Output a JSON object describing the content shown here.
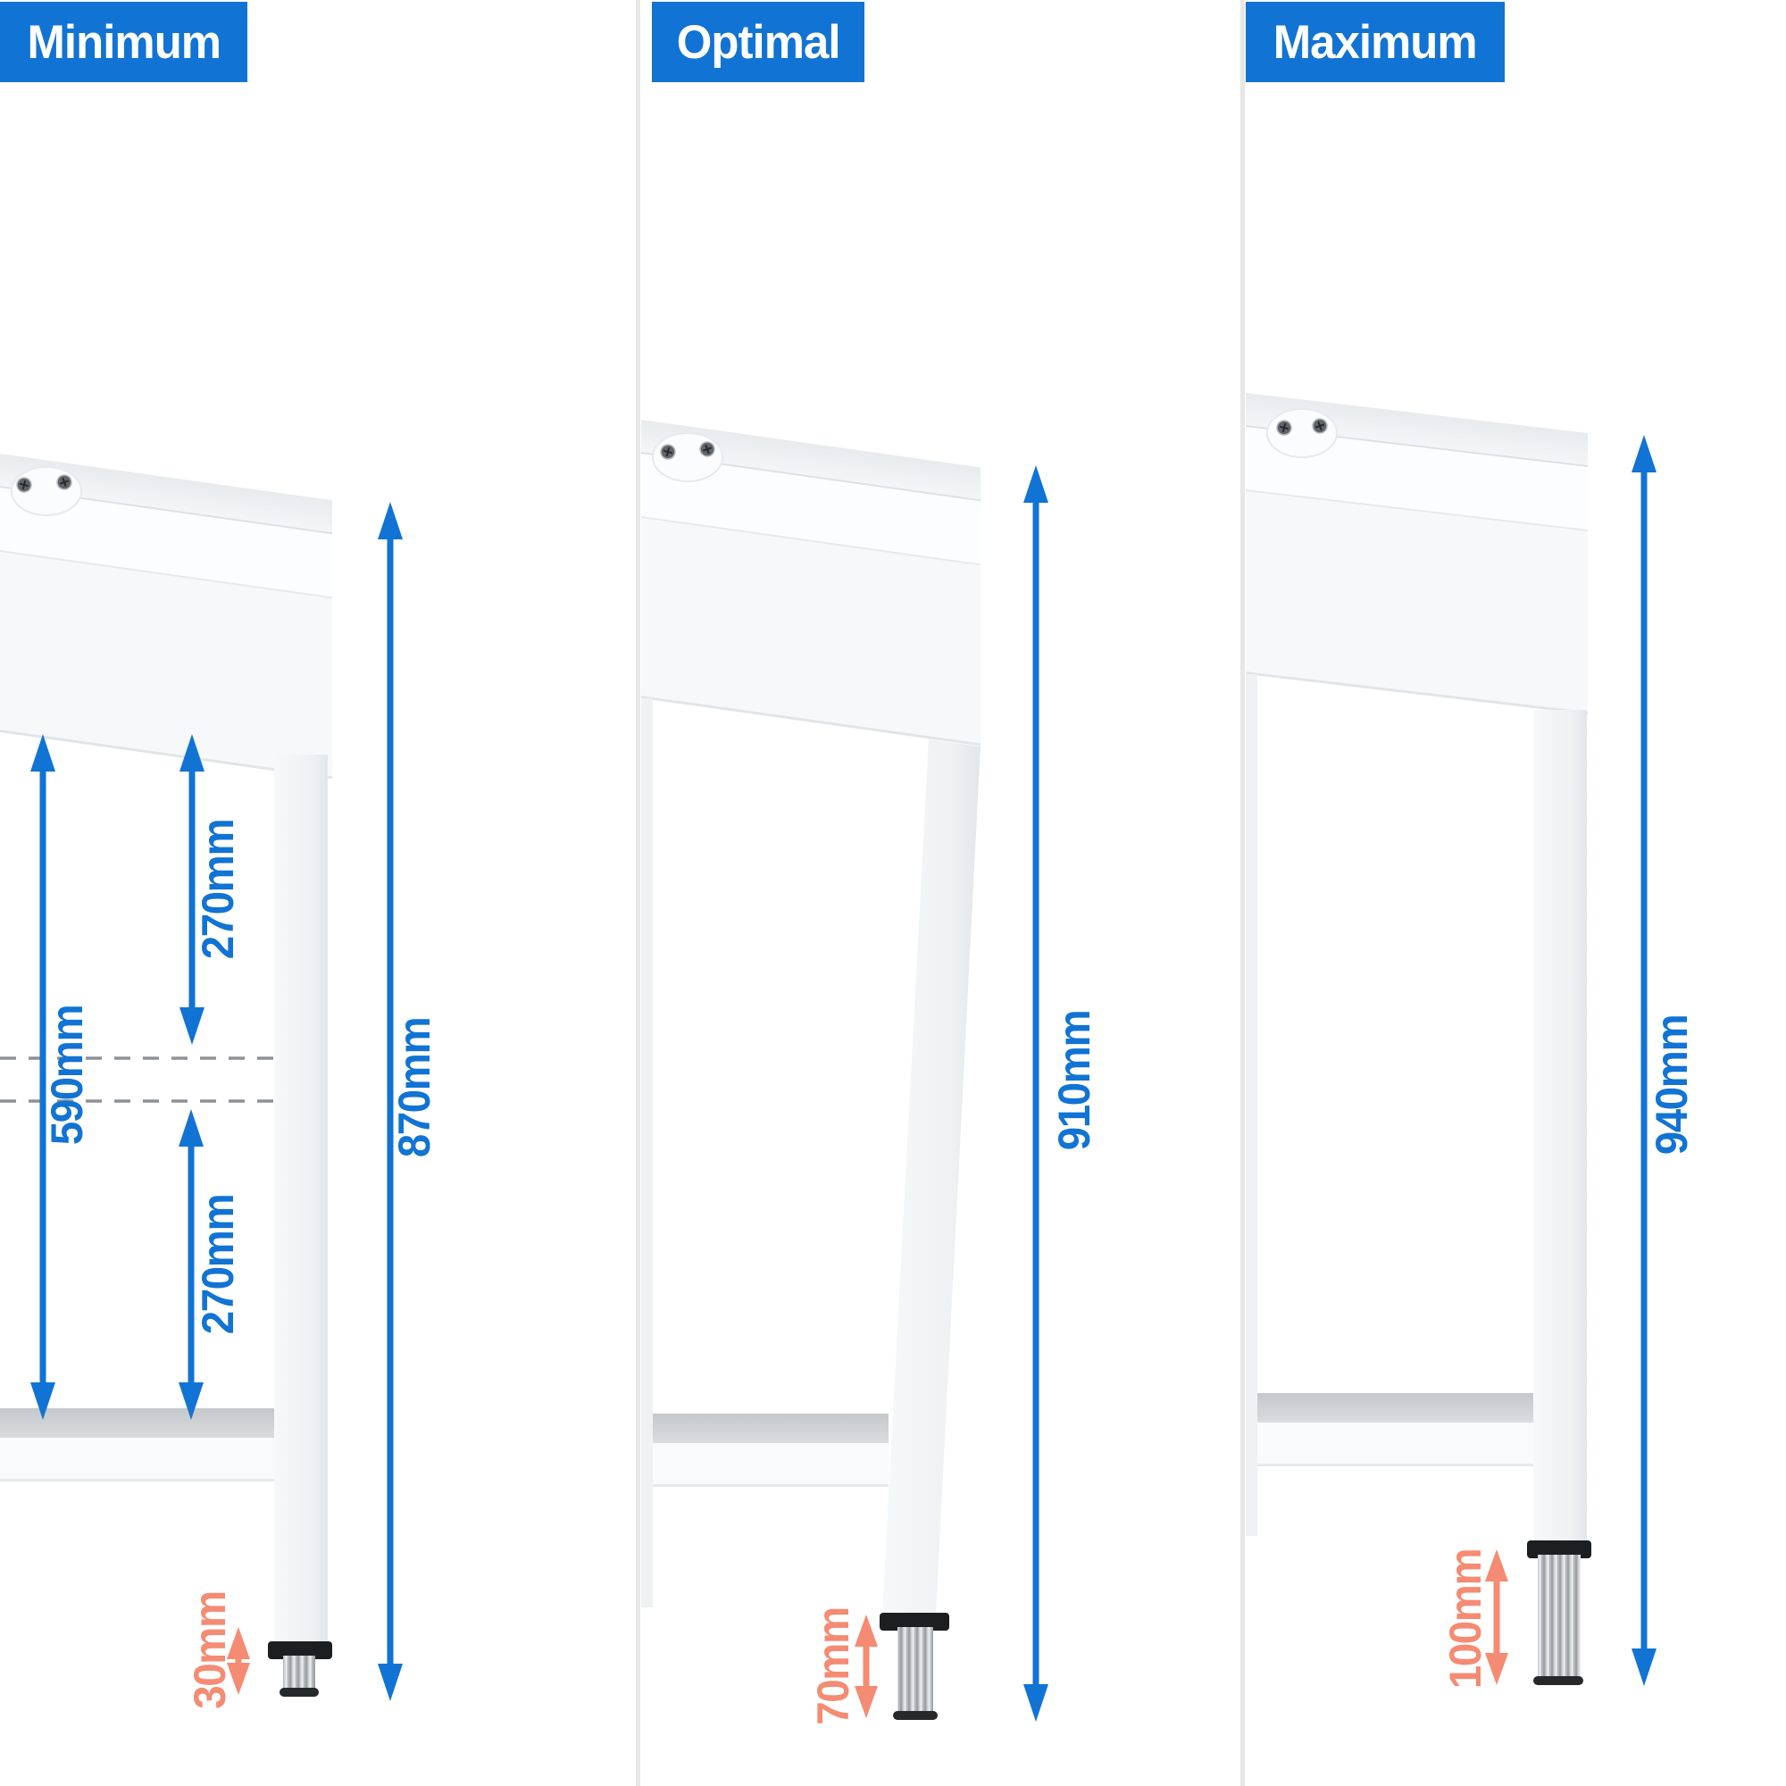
{
  "panels": [
    {
      "name": "Minimum",
      "dimensions": {
        "total": "870mm",
        "shelf_clearance": "590mm",
        "upper_segment": "270mm",
        "lower_segment": "270mm",
        "foot_adjustment": "30mm"
      }
    },
    {
      "name": "Optimal",
      "dimensions": {
        "total": "910mm",
        "foot_adjustment": "70mm"
      }
    },
    {
      "name": "Maximum",
      "dimensions": {
        "total": "940mm",
        "foot_adjustment": "100mm"
      }
    }
  ],
  "colors": {
    "accent_blue": "#1173d4",
    "accent_orange": "#f58b72",
    "divider_gray": "#e7e7e7",
    "header_text": "#ffffff"
  }
}
